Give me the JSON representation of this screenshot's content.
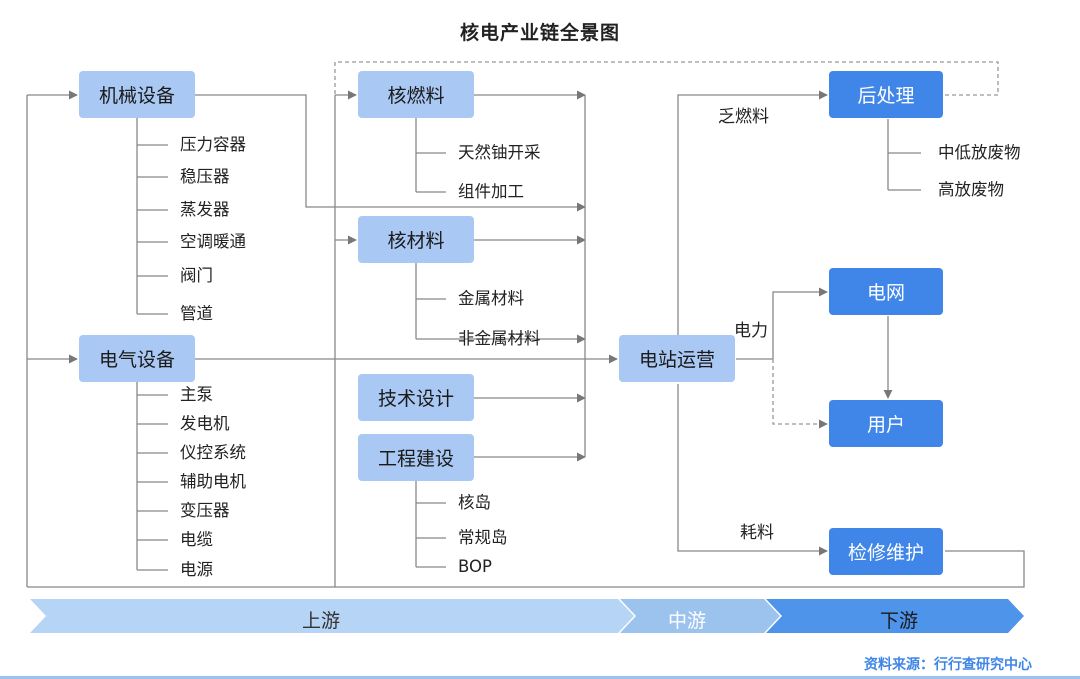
{
  "title": "核电产业链全景图",
  "upstream": {
    "mechanical": {
      "label": "机械设备",
      "items": [
        "压力容器",
        "稳压器",
        "蒸发器",
        "空调暖通",
        "阀门",
        "管道"
      ]
    },
    "electrical": {
      "label": "电气设备",
      "items": [
        "主泵",
        "发电机",
        "仪控系统",
        "辅助电机",
        "变压器",
        "电缆",
        "电源"
      ]
    },
    "fuel": {
      "label": "核燃料",
      "items": [
        "天然铀开采",
        "组件加工"
      ]
    },
    "material": {
      "label": "核材料",
      "items": [
        "金属材料",
        "非金属材料"
      ]
    },
    "tech_design": {
      "label": "技术设计"
    },
    "construction": {
      "label": "工程建设",
      "items": [
        "核岛",
        "常规岛",
        "BOP"
      ]
    }
  },
  "midstream": {
    "station": {
      "label": "电站运营"
    }
  },
  "downstream": {
    "post_process": {
      "label": "后处理",
      "items": [
        "中低放废物",
        "高放废物"
      ]
    },
    "grid": {
      "label": "电网"
    },
    "user": {
      "label": "用户"
    },
    "maintenance": {
      "label": "检修维护"
    }
  },
  "edge_labels": {
    "spent_fuel": "乏燃料",
    "power": "电力",
    "consumables": "耗料"
  },
  "phases": {
    "upstream": "上游",
    "midstream": "中游",
    "downstream": "下游"
  },
  "source": "资料来源：行行查研究中心",
  "colors": {
    "box_light": "#a9c8f3",
    "box_dark": "#3f86e8",
    "phase_light": "#b6d4f5",
    "phase_dark": "#4f94eb",
    "line": "#888888"
  }
}
